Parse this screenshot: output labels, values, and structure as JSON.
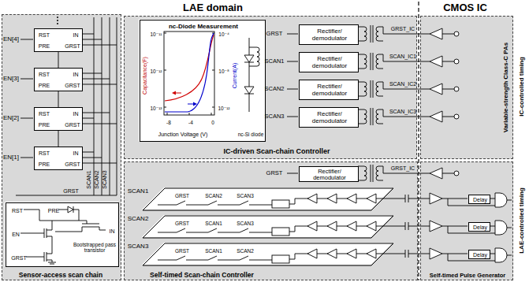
{
  "diagram": {
    "nodes": [
      {
        "text": [
          "Sensor-access scan chain"
        ]
      },
      {
        "text": [
          "RST",
          "IN",
          "PRE",
          "GRST"
        ],
        "in": 0
      },
      {
        "text": [
          "RST",
          "IN",
          "PRE",
          "GRST"
        ],
        "in": 0
      },
      {
        "text": [
          "RST",
          "IN",
          "PRE",
          "GRST"
        ],
        "in": 0
      },
      {
        "text": [
          "RST",
          "IN",
          "PRE",
          "GRST"
        ],
        "in": 0
      },
      {
        "text": [
          "RST",
          "PRE",
          "EN",
          "IN",
          "GRST",
          "Bootstrapped pass transistor"
        ],
        "in": 0
      },
      {
        "text": [
          "IC-driven Scan-chain Controller"
        ]
      },
      {
        "text": [
          "nc-Diode Measurement",
          "Capacitance(F)",
          "Current(A)",
          "Junction Voltage (V)",
          "10⁻¹¹",
          "10⁻¹²",
          "10⁻¹³",
          "10⁻⁴",
          "10⁻⁸",
          "10⁻¹²",
          "-8",
          "-4",
          "0",
          "nc-Si diode"
        ],
        "in": 6
      },
      {
        "text": [
          "Rectifier/ demodulator"
        ],
        "in": 6
      },
      {
        "text": [
          "Rectifier/ demodulator"
        ],
        "in": 6
      },
      {
        "text": [
          "Rectifier/ demodulator"
        ],
        "in": 6
      },
      {
        "text": [
          "Rectifier/ demodulator"
        ],
        "in": 6
      },
      {
        "text": [
          "Variable-strength Class-C PAs"
        ]
      },
      {
        "text": [
          "Self-timed Scan-chain Controller"
        ]
      },
      {
        "text": [
          "Rectifier/ demodulator"
        ],
        "in": 13
      },
      {
        "text": [
          "SCAN1",
          "GRST",
          "SCAN2",
          "SCAN3"
        ],
        "in": 13
      },
      {
        "text": [
          "SCAN2",
          "GRST",
          "SCAN1",
          "SCAN3"
        ],
        "in": 13
      },
      {
        "text": [
          "SCAN3",
          "GRST",
          "SCAN1",
          "SCAN2"
        ],
        "in": 13
      },
      {
        "text": [
          "Self-timed Pulse Generator"
        ]
      },
      {
        "text": [
          "Delay"
        ],
        "in": 18
      },
      {
        "text": [
          "Delay"
        ],
        "in": 18
      },
      {
        "text": [
          "Delay"
        ],
        "in": 18
      }
    ],
    "edges": [
      {
        "from": 4,
        "to": 3,
        "arrow": "none"
      },
      {
        "from": 3,
        "to": 2,
        "arrow": "none"
      },
      {
        "from": 2,
        "to": 1,
        "arrow": "none"
      }
    ],
    "labels": [
      "LAE domain",
      "CMOS IC",
      "EN[4]",
      "EN[3]",
      "EN[2]",
      "EN[1]",
      "SCAN1",
      "SCAN2",
      "SCAN3",
      "GRST",
      "GRST",
      "SCAN1",
      "SCAN2",
      "SCAN3",
      "GRST_IC",
      "SCAN_IC1",
      "SCAN_IC2",
      "SCAN_IC3",
      "GRST",
      "GRST_IC",
      "IC-controlled timing",
      "LAE-controlled timing"
    ]
  }
}
